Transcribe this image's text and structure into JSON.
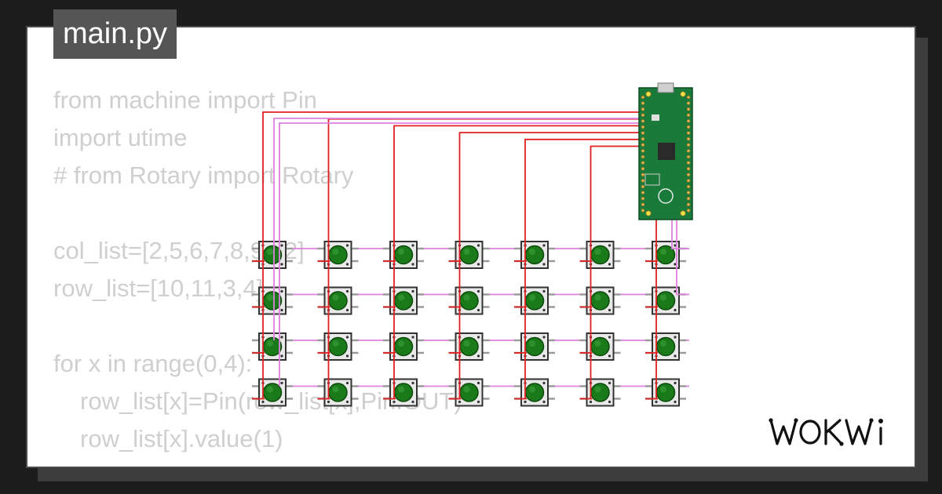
{
  "file_tab": {
    "label": "main.py"
  },
  "code_lines": [
    {
      "text": "from machine import Pin",
      "indent": false
    },
    {
      "text": "import utime",
      "indent": false
    },
    {
      "text": "# from Rotary import Rotary",
      "indent": false
    },
    {
      "text": "",
      "indent": false
    },
    {
      "text": "col_list=[2,5,6,7,8,9,12]",
      "indent": false
    },
    {
      "text": "row_list=[10,11,3,4]",
      "indent": false
    },
    {
      "text": "",
      "indent": false
    },
    {
      "text": "for x in range(0,4):",
      "indent": false
    },
    {
      "text": "row_list[x]=Pin(row_list[x],Pin.OUT)",
      "indent": true
    },
    {
      "text": "row_list[x].value(1)",
      "indent": true
    }
  ],
  "circuit": {
    "board": "raspberry-pi-pico",
    "button_rows": 4,
    "button_cols": 7,
    "button_color": "#1a7a1a",
    "column_wire_color": "#e02020",
    "row_wire_color": "#e080e0",
    "board_color": "#1a7a3a"
  },
  "brand": {
    "logo": "WOKWI",
    "color": "#111111"
  }
}
